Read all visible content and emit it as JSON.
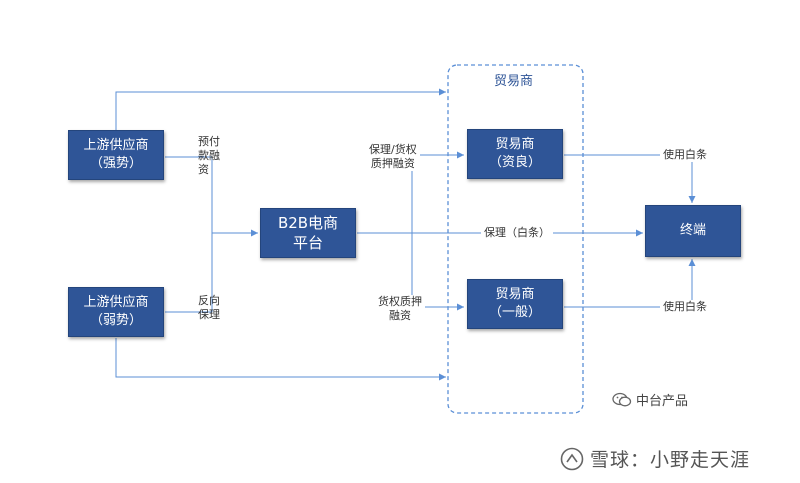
{
  "group": {
    "title": "贸易商"
  },
  "nodes": {
    "upstream_strong": "上游供应商\n（强势）",
    "upstream_weak": "上游供应商\n（弱势）",
    "platform": "B2B电商\n平台",
    "trader_good": "贸易商\n（资良）",
    "trader_normal": "贸易商\n（一般）",
    "terminal": "终端"
  },
  "edge_labels": {
    "prepay": "预付\n款融\n资",
    "reverse_factoring": "反向\n保理",
    "factoring_cargo": "保理/货权\n质押融资",
    "cargo_pledge": "货权质押\n融资",
    "factoring_baitiao": "保理（白条）",
    "use_baitiao_top": "使用白条",
    "use_baitiao_bottom": "使用白条"
  },
  "footer": {
    "brand": "中台产品",
    "watermark": "雪球：小野走天涯"
  },
  "colors": {
    "box": "#2f5597",
    "line": "#5b8fd6",
    "group_border": "#5b8fd6"
  }
}
